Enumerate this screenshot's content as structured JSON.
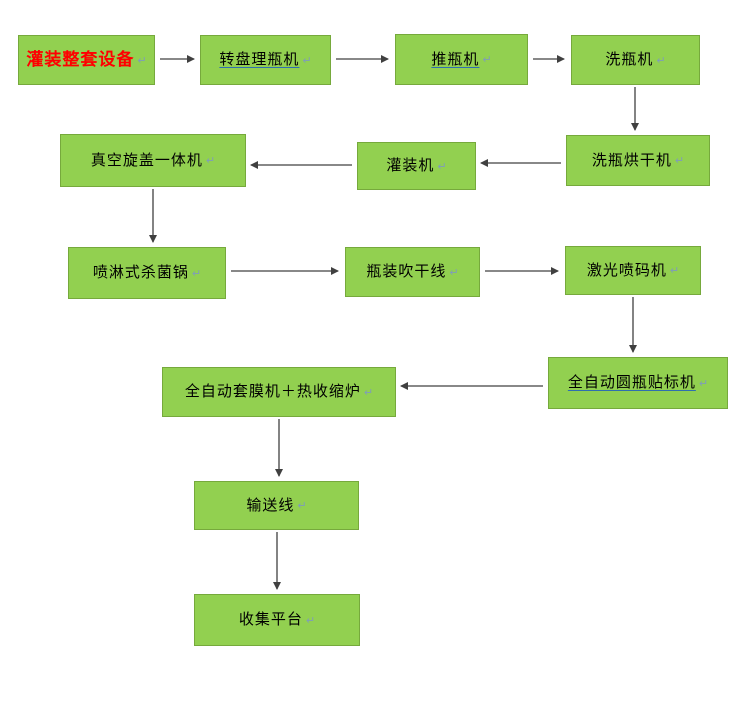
{
  "diagram": {
    "return_mark": "↵",
    "nodes": [
      {
        "label": "灌装整套设备"
      },
      {
        "label": "转盘理瓶机"
      },
      {
        "label": "推瓶机"
      },
      {
        "label": "洗瓶机"
      },
      {
        "label": "洗瓶烘干机"
      },
      {
        "label": "灌装机"
      },
      {
        "label": "真空旋盖一体机"
      },
      {
        "label": "喷淋式杀菌锅"
      },
      {
        "label": "瓶装吹干线"
      },
      {
        "label": "激光喷码机"
      },
      {
        "label": "全自动圆瓶贴标机"
      },
      {
        "label": "全自动套膜机＋热收缩炉"
      },
      {
        "label": "输送线"
      },
      {
        "label": "收集平台"
      }
    ],
    "colors": {
      "node_fill": "#92d050",
      "node_border": "#76a93c",
      "start_text": "#ff0000",
      "text": "#000000",
      "underline": "#2f6fb0",
      "arrow": "#404040"
    }
  }
}
